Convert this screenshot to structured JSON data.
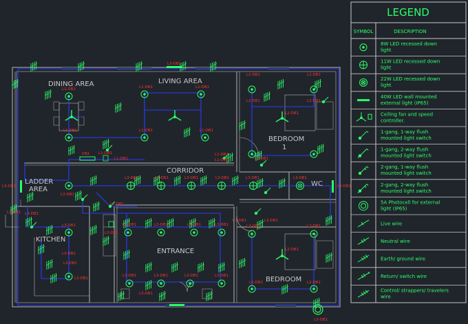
{
  "colors": {
    "background": "#20252b",
    "wall": "#b8b8b8",
    "symbol": "#2cff6a",
    "wire": "#2a3cff",
    "tag": "#ff3030",
    "text": "#c9c9c9"
  },
  "rooms": {
    "dining": "DINING AREA",
    "living": "LIVING AREA",
    "corridor": "CORRIDOR",
    "ladder_1": "LADDER",
    "ladder_2": "AREA",
    "kitchen": "KITCHEN",
    "entrance": "ENTRANCE",
    "bedroom_top": "BEDROOM",
    "bedroom_top_num": "1",
    "bedroom_bottom": "BEDROOM",
    "wc": "WC"
  },
  "circuit_tags": {
    "l1": "L1-DB1",
    "l2": "L2-DB1",
    "l3": "L3-DB1",
    "db1": "DB1"
  },
  "legend": {
    "title": "LEGEND",
    "col_symbol": "SYMBOL",
    "col_description": "DESCRIPTION",
    "rows": [
      {
        "icon": "led-8w-icon",
        "line1": "8W LED recessed down",
        "line2": "light"
      },
      {
        "icon": "led-11w-icon",
        "line1": "11W LED recessed down",
        "line2": "light"
      },
      {
        "icon": "led-22w-icon",
        "line1": "22W LED recessed down",
        "line2": "light"
      },
      {
        "icon": "wall-light-icon",
        "line1": "40W LED wall mounted",
        "line2": "external light (IP65)"
      },
      {
        "icon": "ceiling-fan-icon",
        "line1": "Ceiling fan and speed",
        "line2": "controller."
      },
      {
        "icon": "switch-1g1w-icon",
        "line1": "1-gang, 1-way flush",
        "line2": "mounted light switch"
      },
      {
        "icon": "switch-1g2w-icon",
        "line1": "1-gang, 2-way flush",
        "line2": "mounted light switch"
      },
      {
        "icon": "switch-2g1w-icon",
        "line1": "2-gang, 1-way flush",
        "line2": "mounted light switch"
      },
      {
        "icon": "switch-2g2w-icon",
        "line1": "2-gang, 2-way flush",
        "line2": "mounted light switch"
      },
      {
        "icon": "photocell-icon",
        "line1": "5A Photocell for external",
        "line2": "light (IP65)"
      },
      {
        "icon": "live-wire-icon",
        "line1": "Live wire",
        "line2": ""
      },
      {
        "icon": "neutral-wire-icon",
        "line1": "Neutral wire",
        "line2": ""
      },
      {
        "icon": "earth-wire-icon",
        "line1": "Earth/ ground wire",
        "line2": ""
      },
      {
        "icon": "return-wire-icon",
        "line1": "Return/ switch wire",
        "line2": ""
      },
      {
        "icon": "control-wire-icon",
        "line1": "Control/ strappers/ travelers",
        "line2": "wire"
      }
    ]
  }
}
